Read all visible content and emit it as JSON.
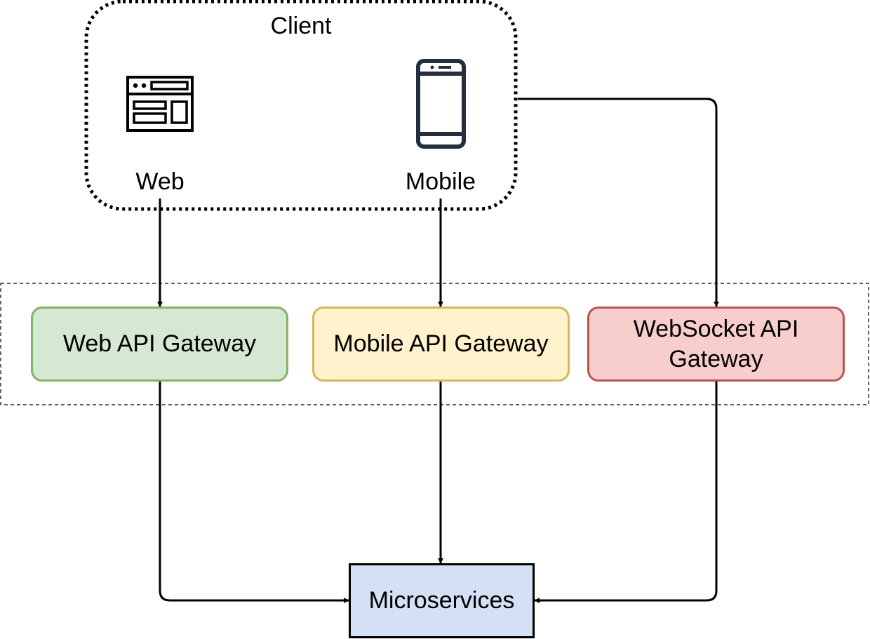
{
  "client": {
    "title": "Client",
    "web_label": "Web",
    "mobile_label": "Mobile"
  },
  "gateways": [
    {
      "label": "Web API Gateway",
      "fill": "#d5e8d4",
      "stroke": "#82b366"
    },
    {
      "label": "Mobile API Gateway",
      "fill": "#fff2cc",
      "stroke": "#d6b656"
    },
    {
      "label": "WebSocket API Gateway",
      "fill": "#f8cecc",
      "stroke": "#b85450"
    }
  ],
  "microservices": {
    "label": "Microservices",
    "fill": "#d4e1f5",
    "stroke": "#000000"
  },
  "icons": {
    "web": "browser-window-icon",
    "mobile": "smartphone-icon"
  }
}
